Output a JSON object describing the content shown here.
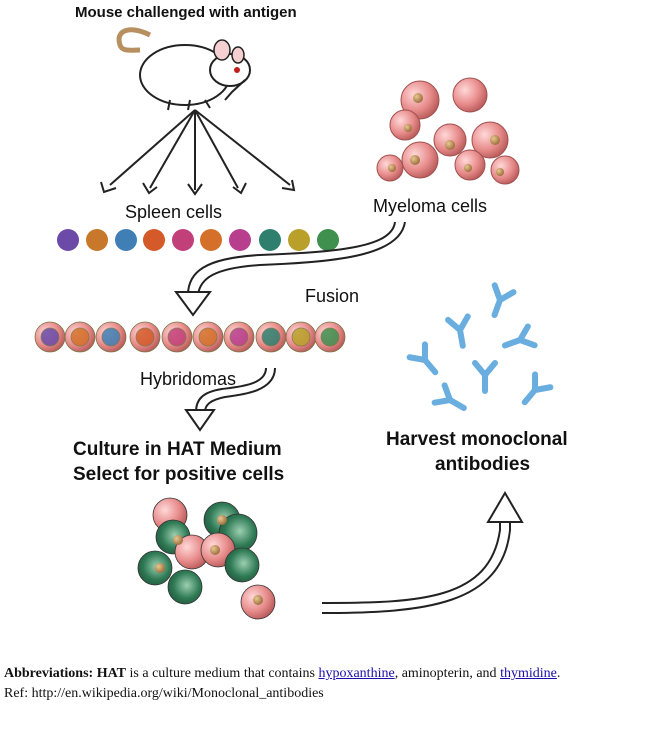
{
  "labels": {
    "mouse": "Mouse challenged with antigen",
    "spleen": "Spleen cells",
    "myeloma": "Myeloma cells",
    "fusion": "Fusion",
    "hybridomas": "Hybridomas",
    "culture_line1": "Culture in HAT Medium",
    "culture_line2": "Select for positive cells",
    "harvest_line1": "Harvest monoclonal",
    "harvest_line2": "antibodies"
  },
  "colors": {
    "spleen_cells": [
      "#6b4aa8",
      "#c8782a",
      "#3f7fb5",
      "#d45a2a",
      "#c2407a",
      "#d4702a",
      "#b83f8e",
      "#2f7f6f",
      "#b8a02a",
      "#3f8f4f"
    ],
    "hybridomas": [
      "#6b4aa8",
      "#d4702a",
      "#3f7fb5",
      "#d45a2a",
      "#c2407a",
      "#d4702a",
      "#b83f8e",
      "#2f7f6f",
      "#b8a02a",
      "#3f8f4f"
    ],
    "myeloma": "#e89090",
    "culture_green": "#2f6f4f",
    "culture_pink": "#e8a0a0",
    "antibody": "#6aaee0"
  },
  "footer": {
    "abbrev_label": "Abbreviations:",
    "hat": "HAT",
    "text1": " is a culture medium that contains ",
    "link1": "hypoxanthine",
    "text2": ", aminopterin, and ",
    "link2": "thymidine",
    "text3": ".",
    "ref": "Ref: http://en.wikipedia.org/wiki/Monoclonal_antibodies"
  }
}
